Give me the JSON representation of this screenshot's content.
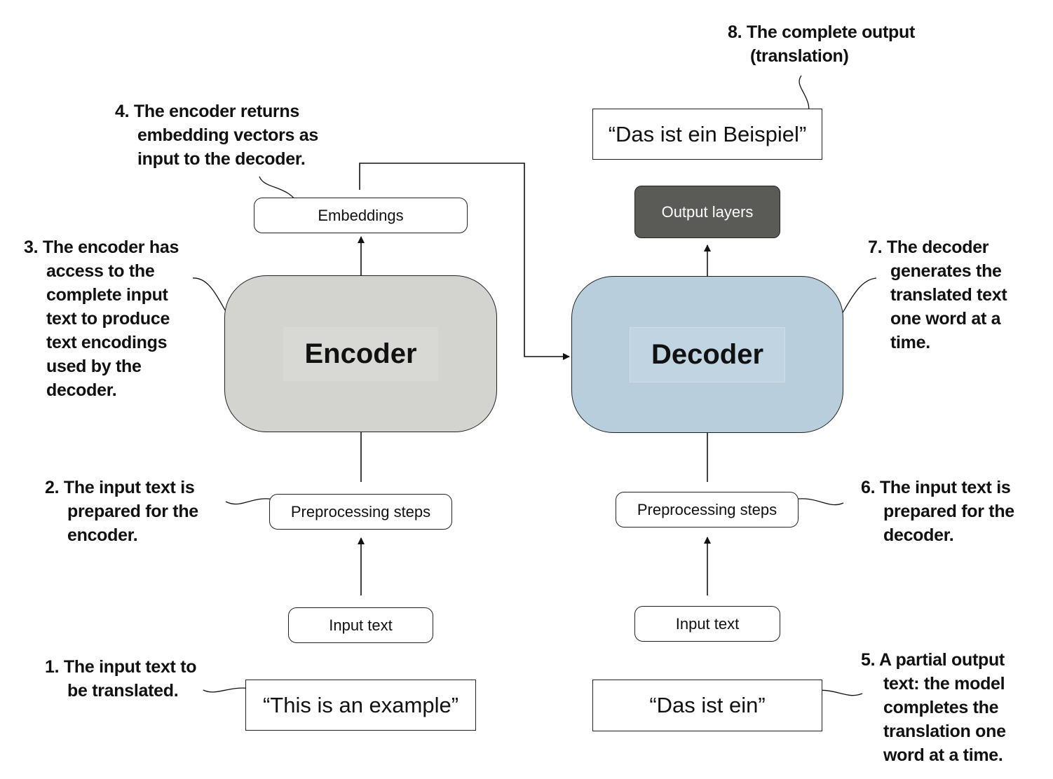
{
  "boxes": {
    "enc_input_quote": "“This is an example”",
    "enc_input_text": "Input text",
    "enc_preprocessing": "Preprocessing steps",
    "encoder": "Encoder",
    "embeddings": "Embeddings",
    "dec_partial_quote": "“Das ist ein”",
    "dec_input_text": "Input text",
    "dec_preprocessing": "Preprocessing steps",
    "decoder": "Decoder",
    "output_layers": "Output layers",
    "final_output_quote": "“Das ist ein Beispiel”"
  },
  "annotations": {
    "a1": [
      "1. The input text to",
      "be translated."
    ],
    "a2": [
      "2. The input text is",
      "prepared for the",
      "encoder."
    ],
    "a3": [
      "3. The encoder has",
      "access to the",
      "complete input",
      "text to produce",
      "text encodings",
      "used by the",
      "decoder."
    ],
    "a4": [
      "4. The encoder returns",
      "embedding vectors as",
      "input to the decoder."
    ],
    "a5": [
      "5. A partial output",
      "text: the model",
      "completes the",
      "translation one",
      "word at a time."
    ],
    "a6": [
      "6. The input text is",
      "prepared for the",
      "decoder."
    ],
    "a7": [
      "7. The decoder",
      "generates the",
      "translated text",
      "one word at a",
      "time."
    ],
    "a8": [
      "8. The complete output",
      "(translation)"
    ]
  },
  "colors": {
    "encoder_fill": "#d3d3cf",
    "decoder_fill": "#b8cedc",
    "output_layers_fill": "#5a5b56",
    "stroke": "#222222"
  }
}
